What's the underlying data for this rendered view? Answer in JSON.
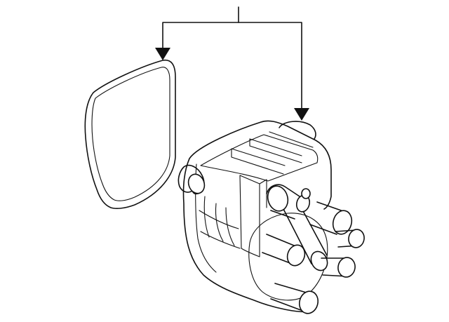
{
  "diagram": {
    "kind": "exploded-parts-illustration",
    "parts": [
      {
        "id": "gasket",
        "icon": "seal-gasket-shape"
      },
      {
        "id": "distributor-cap",
        "icon": "distributor-cap-with-terminals"
      }
    ],
    "callout": {
      "style": "bracket-with-two-arrows",
      "label": ""
    },
    "colors": {
      "stroke": "#111111",
      "background": "#ffffff"
    }
  }
}
